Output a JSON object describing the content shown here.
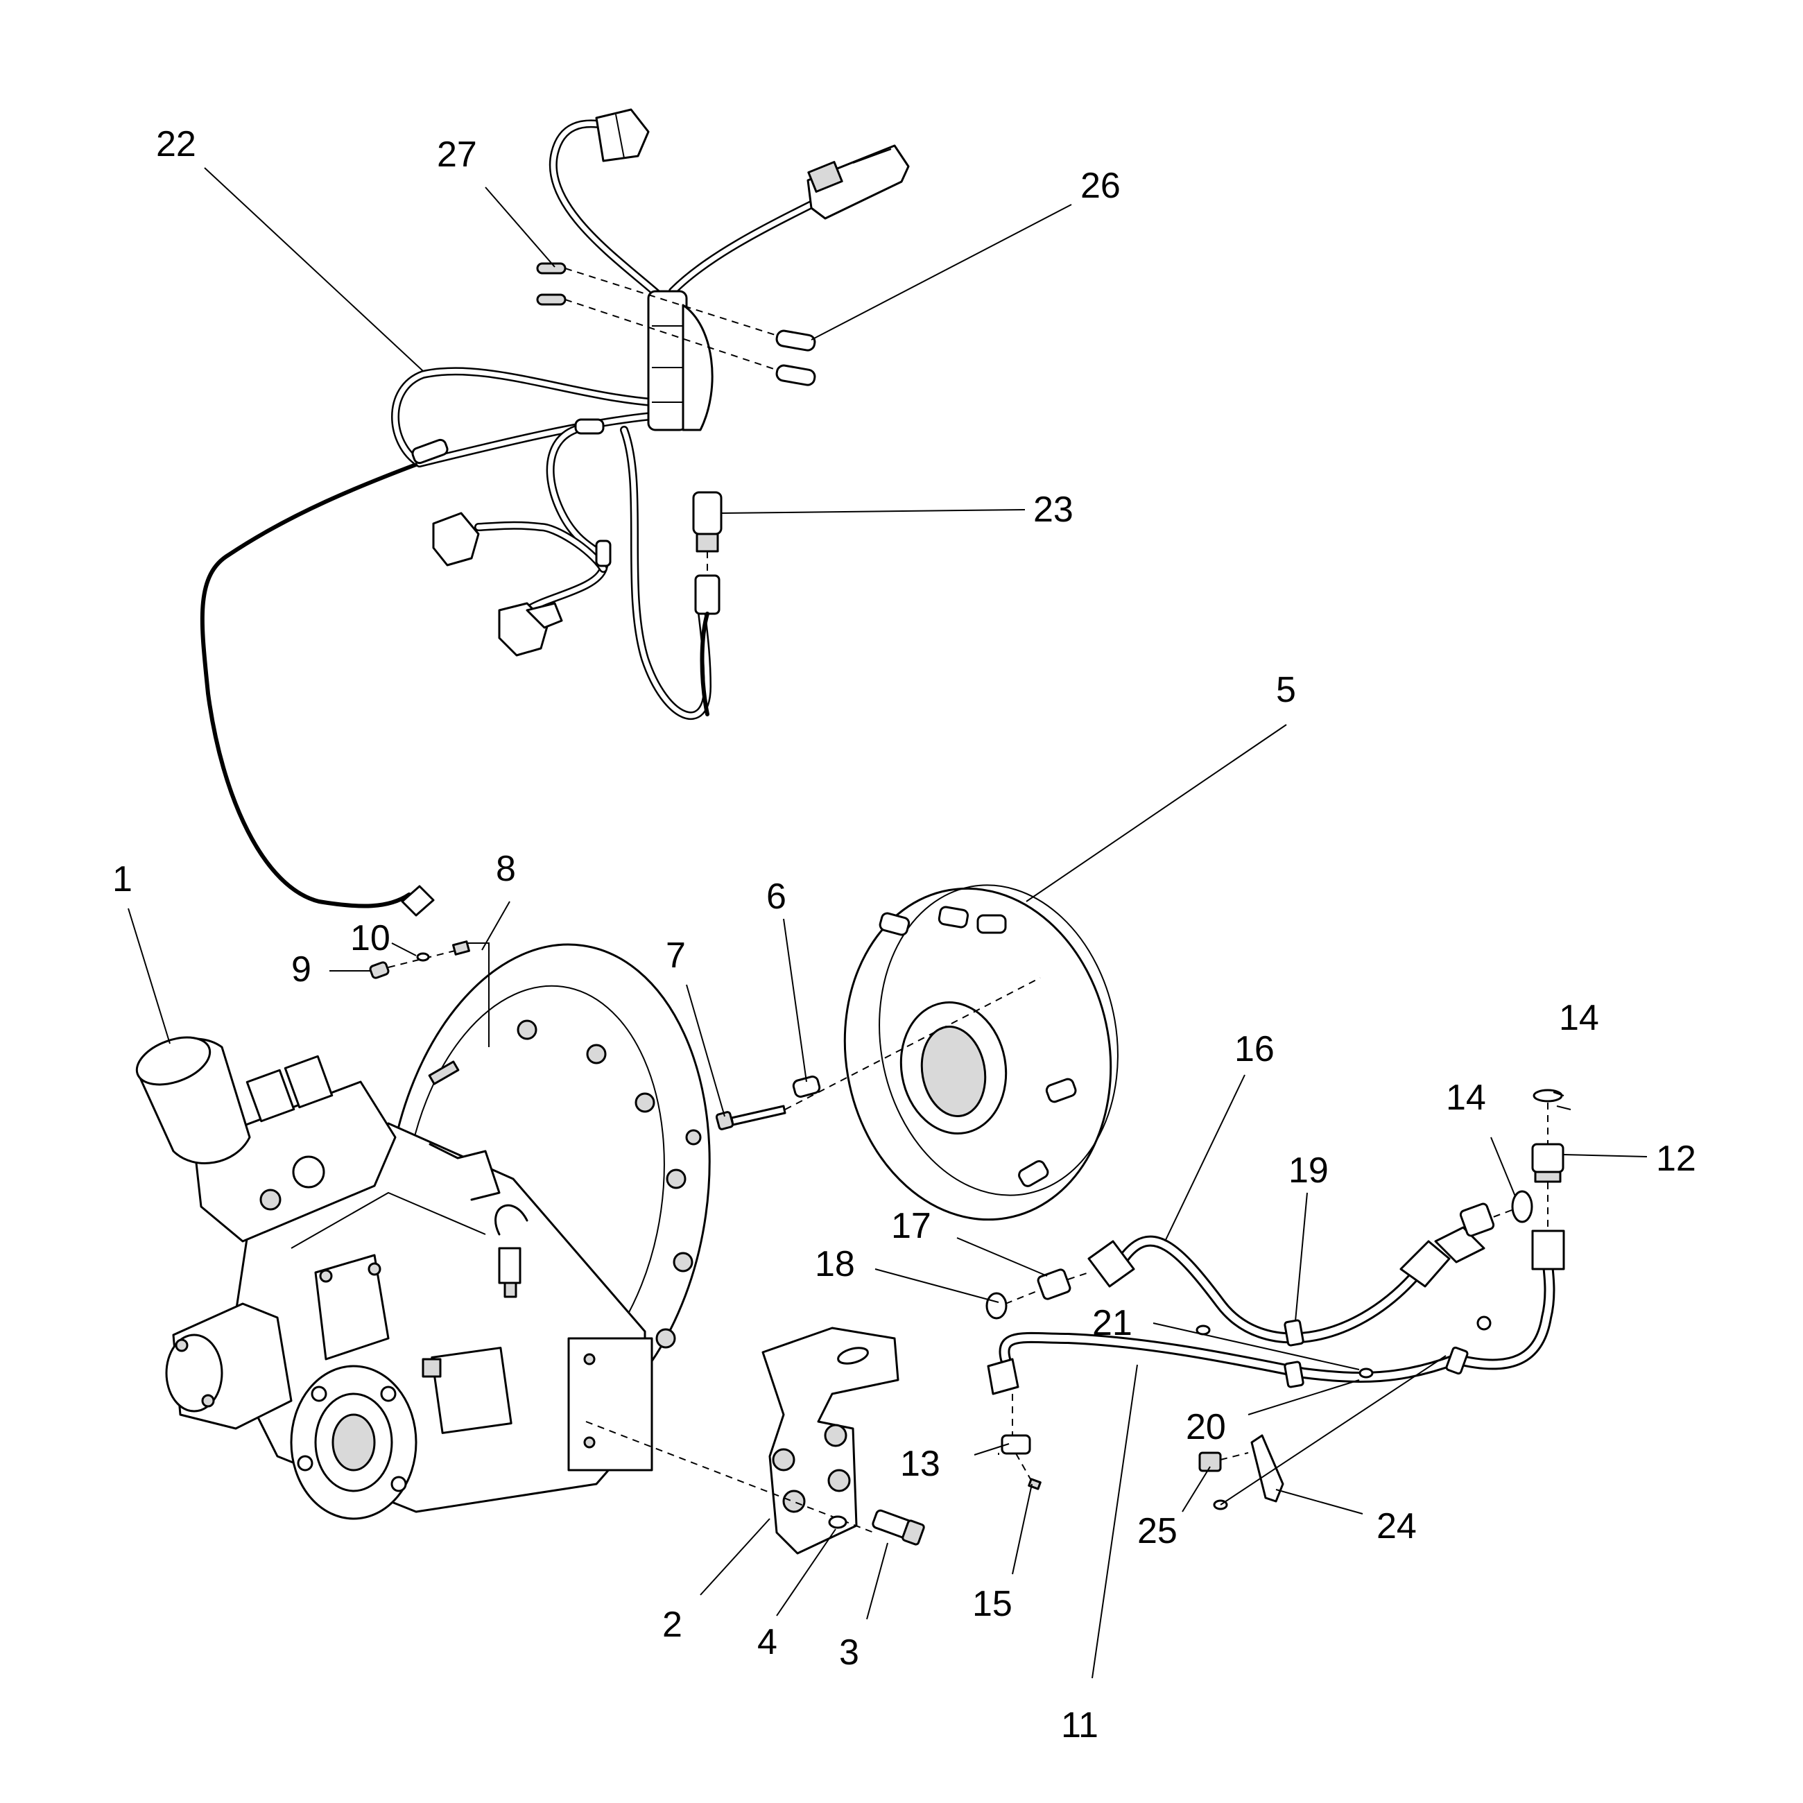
{
  "callouts": [
    {
      "id": "1",
      "label": "1"
    },
    {
      "id": "2",
      "label": "2"
    },
    {
      "id": "3",
      "label": "3"
    },
    {
      "id": "4",
      "label": "4"
    },
    {
      "id": "5",
      "label": "5"
    },
    {
      "id": "6",
      "label": "6"
    },
    {
      "id": "7",
      "label": "7"
    },
    {
      "id": "8",
      "label": "8"
    },
    {
      "id": "9",
      "label": "9"
    },
    {
      "id": "10",
      "label": "10"
    },
    {
      "id": "11",
      "label": "11"
    },
    {
      "id": "12",
      "label": "12"
    },
    {
      "id": "13",
      "label": "13"
    },
    {
      "id": "14a",
      "label": "14"
    },
    {
      "id": "14b",
      "label": "14"
    },
    {
      "id": "15",
      "label": "15"
    },
    {
      "id": "16",
      "label": "16"
    },
    {
      "id": "17",
      "label": "17"
    },
    {
      "id": "18",
      "label": "18"
    },
    {
      "id": "19",
      "label": "19"
    },
    {
      "id": "20",
      "label": "20"
    },
    {
      "id": "21",
      "label": "21"
    },
    {
      "id": "22",
      "label": "22"
    },
    {
      "id": "23",
      "label": "23"
    },
    {
      "id": "24",
      "label": "24"
    },
    {
      "id": "25",
      "label": "25"
    },
    {
      "id": "26",
      "label": "26"
    },
    {
      "id": "27",
      "label": "27"
    }
  ]
}
